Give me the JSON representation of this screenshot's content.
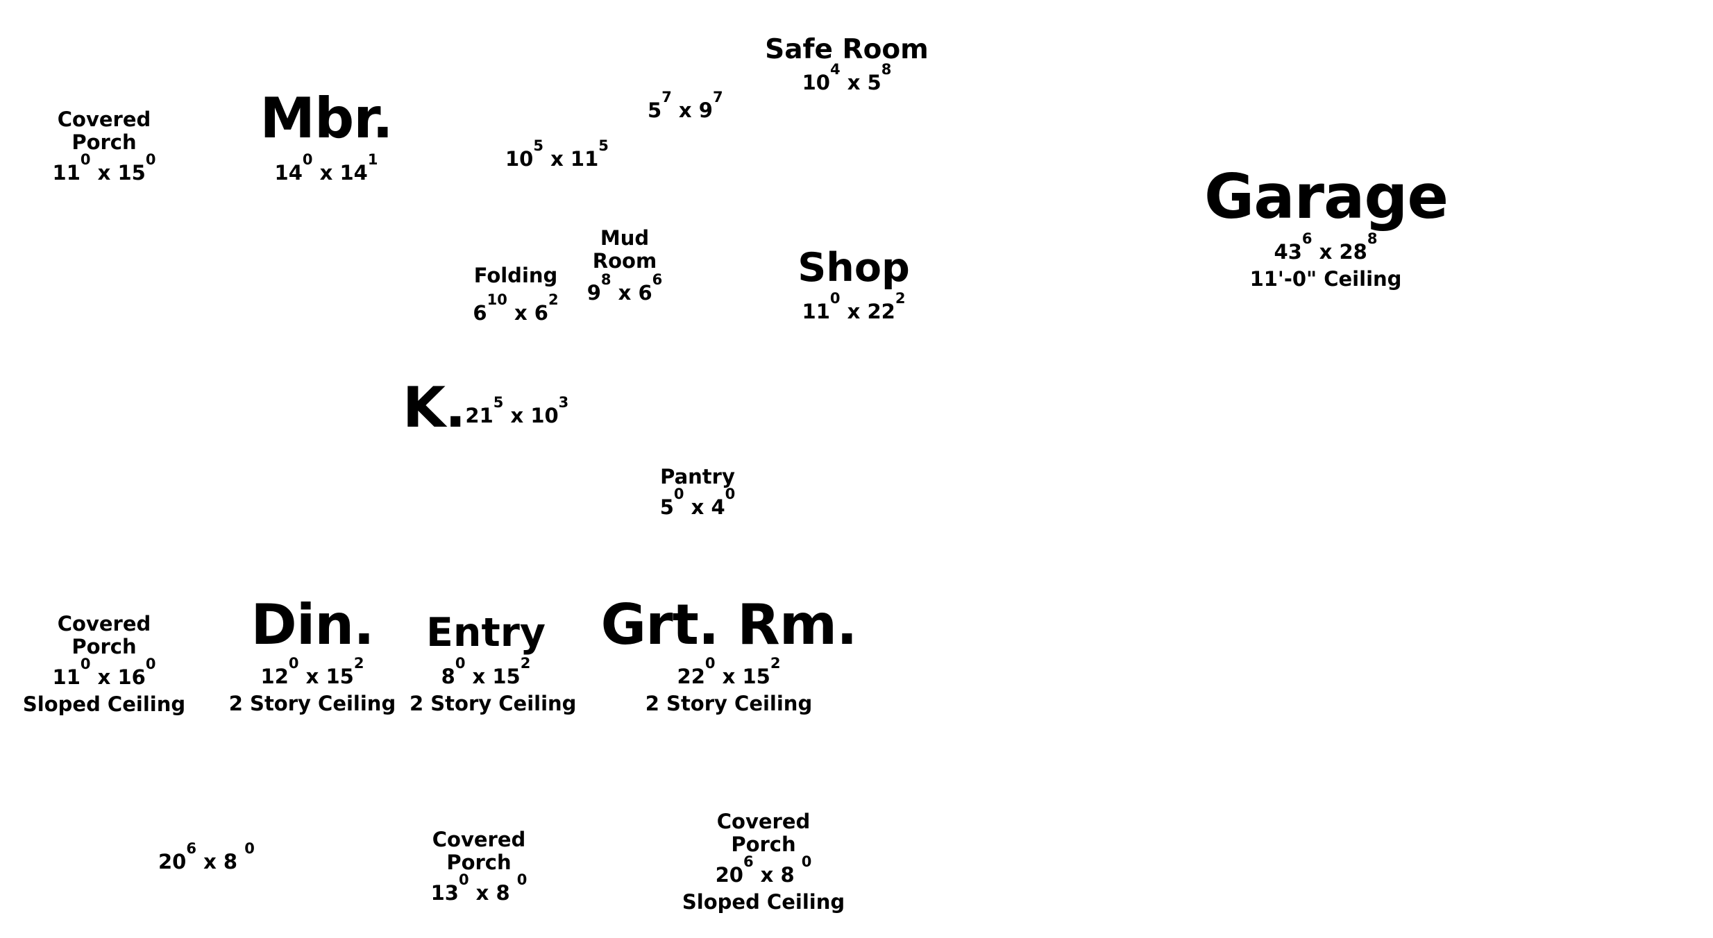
{
  "rooms": {
    "covered_porch_nw": {
      "name": [
        "Covered",
        "Porch"
      ],
      "w": "11",
      "wi": "0",
      "d": "15",
      "di": "0"
    },
    "mbr": {
      "name": "Mbr.",
      "w": "14",
      "wi": "0",
      "d": "14",
      "di": "1"
    },
    "bath": {
      "w": "10",
      "wi": "5",
      "d": "11",
      "di": "5"
    },
    "closet": {
      "w": "5",
      "wi": "7",
      "d": "9",
      "di": "7"
    },
    "safe_room": {
      "name": "Safe Room",
      "w": "10",
      "wi": "4",
      "d": "5",
      "di": "8"
    },
    "garage": {
      "name": "Garage",
      "w": "43",
      "wi": "6",
      "d": "28",
      "di": "8",
      "note": "11'-0\" Ceiling"
    },
    "folding": {
      "name": "Folding",
      "w": "6",
      "wi": "10",
      "d": "6",
      "di": "2"
    },
    "mud_room": {
      "name": [
        "Mud",
        "Room"
      ],
      "w": "9",
      "wi": "8",
      "d": "6",
      "di": "6"
    },
    "shop": {
      "name": "Shop",
      "w": "11",
      "wi": "0",
      "d": "22",
      "di": "2"
    },
    "kitchen": {
      "name": "K.",
      "w": "21",
      "wi": "5",
      "d": "10",
      "di": "3"
    },
    "pantry": {
      "name": "Pantry",
      "w": "5",
      "wi": "0",
      "d": "4",
      "di": "0"
    },
    "covered_porch_sw": {
      "name": [
        "Covered",
        "Porch"
      ],
      "w": "11",
      "wi": "0",
      "d": "16",
      "di": "0",
      "note": "Sloped Ceiling"
    },
    "din": {
      "name": "Din.",
      "w": "12",
      "wi": "0",
      "d": "15",
      "di": "2",
      "note": "2 Story Ceiling"
    },
    "entry": {
      "name": "Entry",
      "w": "8",
      "wi": "0",
      "d": "15",
      "di": "2",
      "note": "2 Story Ceiling"
    },
    "grt_rm": {
      "name": "Grt. Rm.",
      "w": "22",
      "wi": "0",
      "d": "15",
      "di": "2",
      "note": "2 Story Ceiling"
    },
    "deck_sw": {
      "w": "20",
      "wi": "6",
      "d": "8",
      "di": "0"
    },
    "covered_porch_front": {
      "name": [
        "Covered",
        "Porch"
      ],
      "w": "13",
      "wi": "0",
      "d": "8",
      "di": "0"
    },
    "covered_porch_rear": {
      "name": [
        "Covered",
        "Porch"
      ],
      "w": "20",
      "wi": "6",
      "d": "8",
      "di": "0",
      "note": "Sloped Ceiling"
    }
  },
  "separator": "x"
}
